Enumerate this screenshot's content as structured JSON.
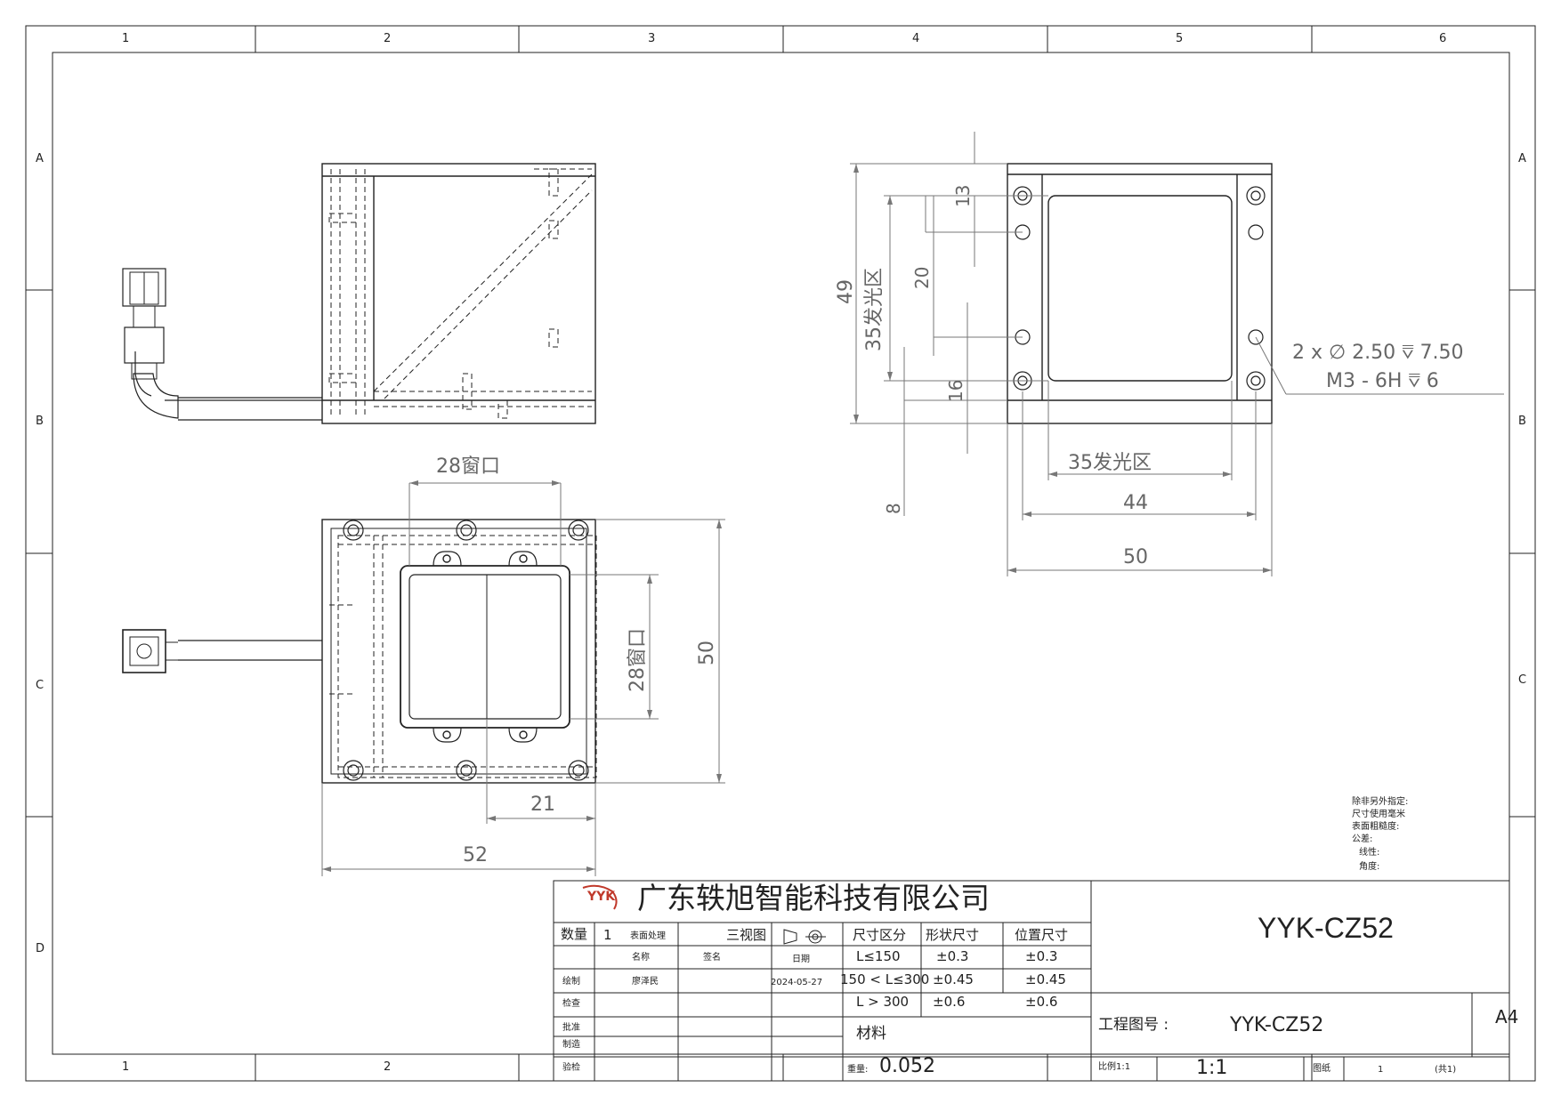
{
  "zones": {
    "columns": [
      "1",
      "2",
      "3",
      "4",
      "5",
      "6"
    ],
    "rows": [
      "A",
      "B",
      "C",
      "D"
    ]
  },
  "dimensions": {
    "top_view_window_width": "28窗口",
    "top_view_window_height": "28窗口",
    "top_view_height": "50",
    "top_view_offset": "21",
    "top_view_width": "52",
    "right_view_13": "13",
    "right_view_20": "20",
    "right_view_16": "16",
    "right_view_8": "8",
    "right_view_49": "49",
    "right_view_35_vert": "35发光区",
    "right_view_35_horiz": "35发光区",
    "right_view_44": "44",
    "right_view_50": "50",
    "hole_callout_line1": "2 x ∅ 2.50 ⩢ 7.50",
    "hole_callout_line2": "M3 - 6H ⩢ 6"
  },
  "notes": {
    "line1": "除非另外指定:",
    "line2": "尺寸使用毫米",
    "line3": "表面粗糙度:",
    "line4": "公差:",
    "line5": "线性:",
    "line6": "角度:"
  },
  "title_block": {
    "logo_text": "YYK",
    "company": "广东轶旭智能科技有限公司",
    "qty_label": "数量",
    "qty_value": "1",
    "surface_label": "表面处理",
    "view_label": "三视图",
    "name_label": "名称",
    "sign_label": "签名",
    "date_label": "日期",
    "draw_label": "绘制",
    "drawer": "廖泽民",
    "draw_date": "2024-05-27",
    "check_label": "检查",
    "approve_label": "批准",
    "make_label": "制造",
    "inspect_label": "验检",
    "tol_headers": [
      "尺寸区分",
      "形状尺寸",
      "位置尺寸"
    ],
    "tol_rows": [
      [
        "L≤150",
        "±0.3",
        "±0.3"
      ],
      [
        "150 < L≤300",
        "±0.45",
        "±0.45"
      ],
      [
        "L > 300",
        "±0.6",
        "±0.6"
      ]
    ],
    "material_label": "材料",
    "weight_label": "重量:",
    "weight_value": "0.052",
    "part_number": "YYK-CZ52",
    "drawing_no_label": "工程图号 :",
    "drawing_no": "YYK-CZ52",
    "size": "A4",
    "scale_label": "比例1:1",
    "scale_value": "1:1",
    "sheet_label": "图纸",
    "sheet_value": "1",
    "sheet_total": "(共1)"
  }
}
